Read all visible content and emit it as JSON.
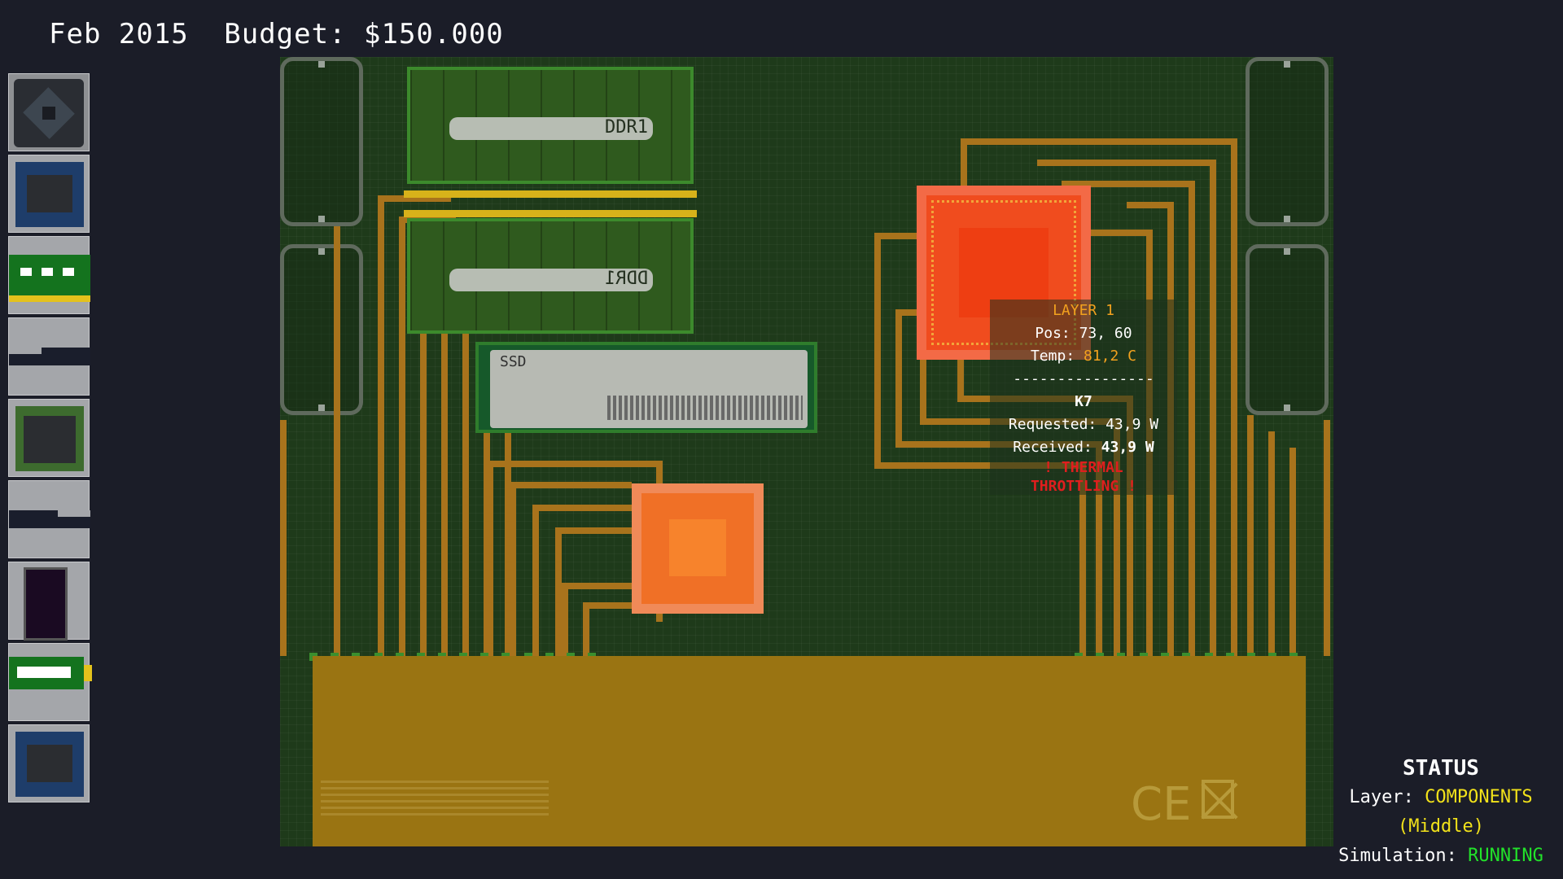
{
  "header": {
    "date": "Feb 2015",
    "budget": "Budget: $150.000"
  },
  "sidebar": {
    "items": [
      {
        "icon": "fan-icon"
      },
      {
        "icon": "cpu-blue-icon"
      },
      {
        "icon": "ram-icon"
      },
      {
        "icon": "ssd-icon"
      },
      {
        "icon": "gpu-chip-icon"
      },
      {
        "icon": "ssd-icon"
      },
      {
        "icon": "dark-module-icon"
      },
      {
        "icon": "nvme-icon"
      },
      {
        "icon": "cpu-blue-icon"
      }
    ]
  },
  "board": {
    "dimm1_label": "DDR1",
    "dimm2_label": "DDR1",
    "ssd_label": "SSD",
    "ce_mark": "CE"
  },
  "tooltip": {
    "layer": "LAYER 1",
    "pos": "Pos: 73, 60",
    "temp_label": "Temp:",
    "temp_value": "81,2 C",
    "separator": "----------------",
    "part": "K7",
    "requested": "Requested: 43,9 W",
    "received_label": "Received:",
    "received_value": "43,9 W",
    "warning_line1": "! THERMAL",
    "warning_line2": "THROTTLING !"
  },
  "status": {
    "title": "STATUS",
    "layer_label": "Layer:",
    "layer_value": "COMPONENTS",
    "layer_sub": "(Middle)",
    "sim_label": "Simulation:",
    "sim_value": "RUNNING"
  },
  "colors": {
    "board": "#1e3a1a",
    "trace": "#a8731c",
    "cpu_hot": "#f04c1e",
    "connector": "#9a7412",
    "warning": "#e01e1e",
    "accent_yellow": "#f2e21a",
    "accent_green": "#22e22a"
  }
}
